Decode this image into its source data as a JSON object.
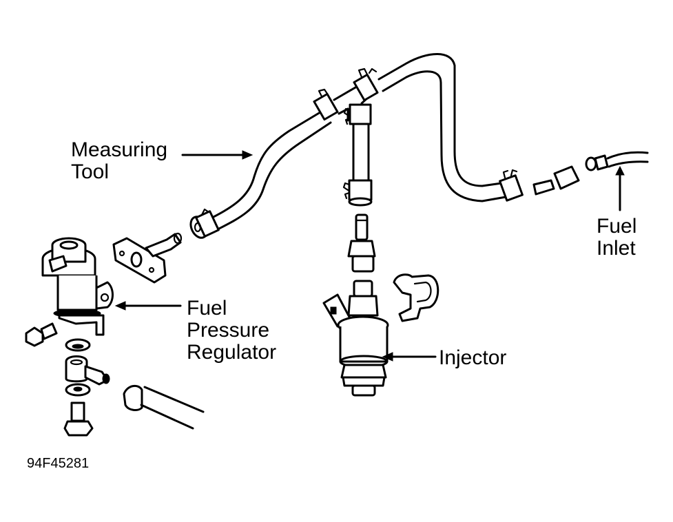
{
  "diagram": {
    "type": "exploded-parts-diagram",
    "subject": "Fuel pressure measuring tool installation",
    "figure_id": "94F45281",
    "colors": {
      "line": "#000000",
      "background": "#ffffff"
    },
    "labels": {
      "measuring_tool": "Measuring\nTool",
      "fuel_inlet": "Fuel\nInlet",
      "fuel_pressure_regulator": "Fuel\nPressure\nRegulator",
      "injector": "Injector"
    },
    "components": [
      "measuring-tool-hose",
      "t-fitting",
      "vertical-hose",
      "union-adapter",
      "fuel-inlet-pipe",
      "fuel-pressure-regulator",
      "regulator-flange-adapter",
      "union-bolt",
      "gaskets",
      "banjo-fitting",
      "return-hose",
      "injector",
      "injector-clip",
      "injector-adapter"
    ]
  }
}
